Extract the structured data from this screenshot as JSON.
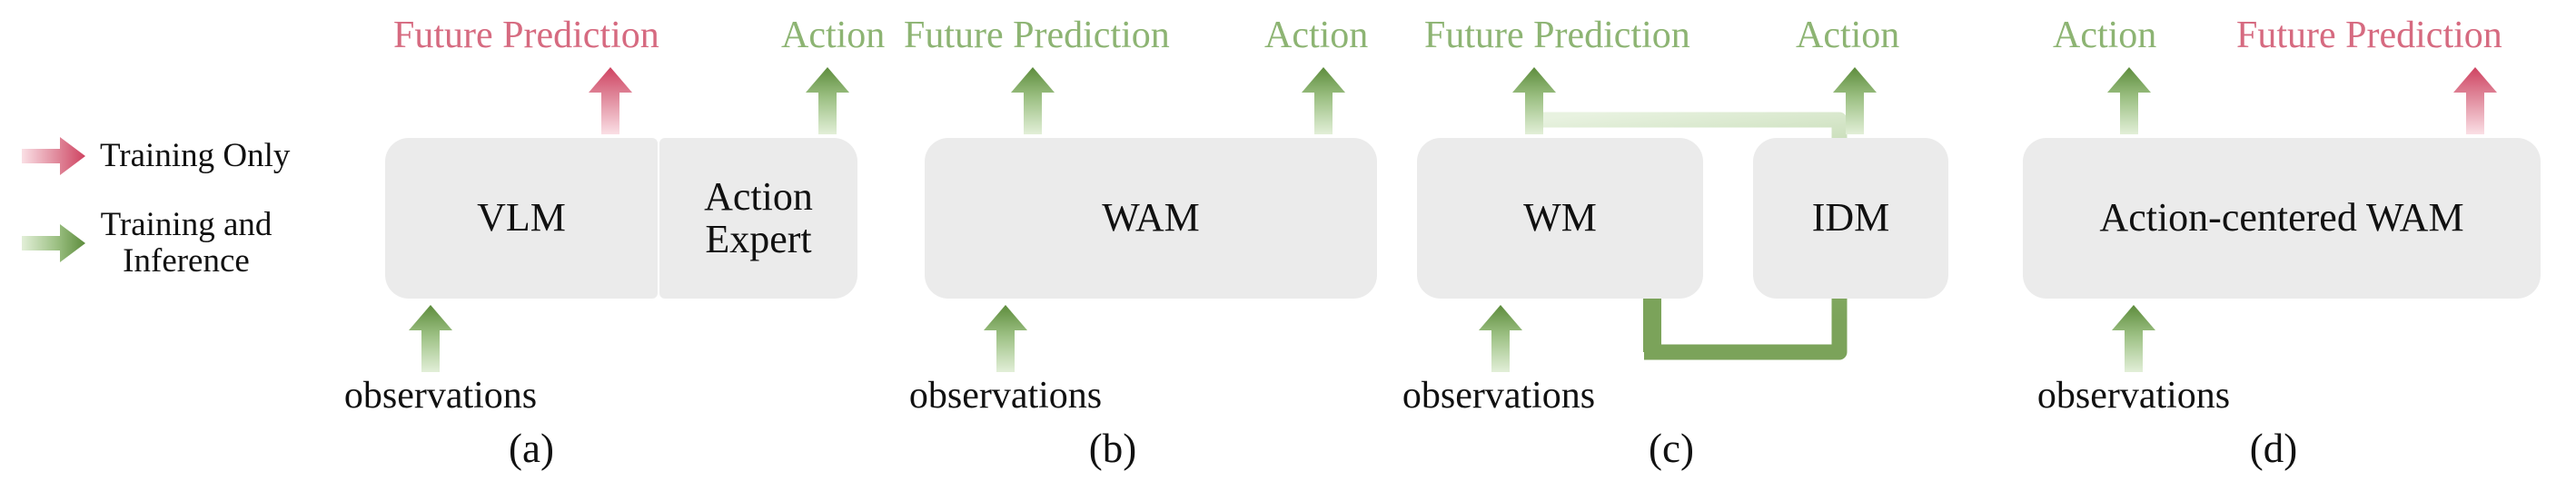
{
  "legend": {
    "items": [
      {
        "id": "training-only",
        "label": "Training Only",
        "color": "#d66a80",
        "arrow": "arrow-right-icon"
      },
      {
        "id": "training-and-inference",
        "label": "Training and\nInference",
        "line1": "Training and",
        "line2": "Inference",
        "color": "#8db473",
        "arrow": "arrow-right-icon"
      }
    ]
  },
  "colors": {
    "pink": "#d66a80",
    "pink_light": "#f5d3da",
    "green": "#7ba35a",
    "green_mid": "#8db473",
    "green_light": "#e2efd8",
    "box_fill": "#ebebeb",
    "text": "#111111"
  },
  "panels": [
    {
      "id": "a",
      "caption": "(a)",
      "outputs": [
        {
          "id": "future-prediction",
          "label": "Future Prediction",
          "color": "pink"
        },
        {
          "id": "action",
          "label": "Action",
          "color": "green"
        }
      ],
      "boxes": [
        {
          "id": "vlm",
          "label": "VLM"
        },
        {
          "id": "action-expert",
          "label": "Action\nExpert",
          "line1": "Action",
          "line2": "Expert"
        }
      ],
      "input": {
        "id": "observations",
        "label": "observations",
        "color": "green"
      }
    },
    {
      "id": "b",
      "caption": "(b)",
      "outputs": [
        {
          "id": "future-prediction",
          "label": "Future Prediction",
          "color": "green"
        },
        {
          "id": "action",
          "label": "Action",
          "color": "green"
        }
      ],
      "boxes": [
        {
          "id": "wam",
          "label": "WAM"
        }
      ],
      "input": {
        "id": "observations",
        "label": "observations",
        "color": "green"
      }
    },
    {
      "id": "c",
      "caption": "(c)",
      "outputs": [
        {
          "id": "future-prediction",
          "label": "Future Prediction",
          "color": "green"
        },
        {
          "id": "action",
          "label": "Action",
          "color": "green"
        }
      ],
      "boxes": [
        {
          "id": "wm",
          "label": "WM"
        },
        {
          "id": "idm",
          "label": "IDM"
        }
      ],
      "input": {
        "id": "observations",
        "label": "observations",
        "color": "green"
      },
      "feedback": {
        "id": "wm-to-idm",
        "from": "wm-output",
        "to": "idm-input",
        "color": "green"
      }
    },
    {
      "id": "d",
      "caption": "(d)",
      "outputs": [
        {
          "id": "action",
          "label": "Action",
          "color": "green"
        },
        {
          "id": "future-prediction",
          "label": "Future Prediction",
          "color": "pink"
        }
      ],
      "boxes": [
        {
          "id": "action-centered-wam",
          "label": "Action-centered WAM"
        }
      ],
      "input": {
        "id": "observations",
        "label": "observations",
        "color": "green"
      }
    }
  ]
}
